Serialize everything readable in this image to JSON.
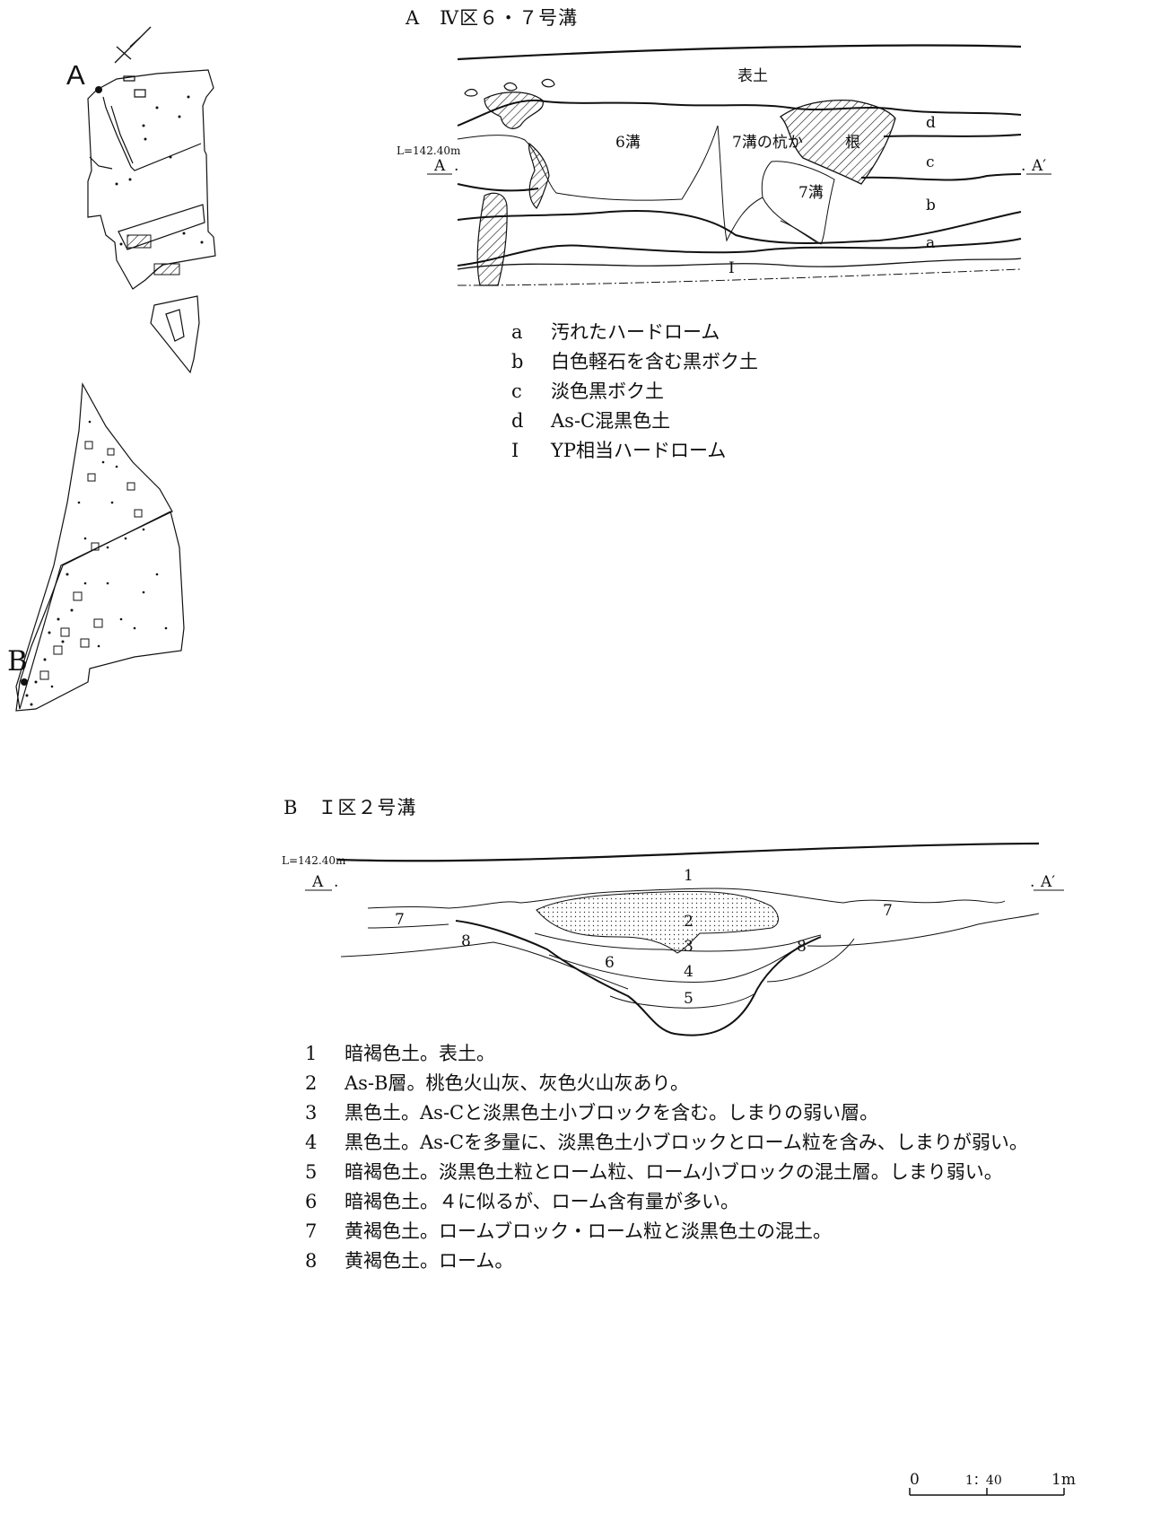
{
  "location_map": {
    "marker_a": "A",
    "marker_b": "B"
  },
  "section_a": {
    "title": "A　Ⅳ区６・７号溝",
    "elevation": "L=142.40m",
    "end_left": "A",
    "end_right": "A′",
    "labels": {
      "topsoil": "表土",
      "ditch6": "6溝",
      "ditch7_pile": "7溝の杭か",
      "root": "根",
      "ditch7": "7溝",
      "a": "a",
      "b": "b",
      "c": "c",
      "d": "d",
      "I": "I"
    },
    "legend": [
      {
        "key": "a",
        "text": "汚れたハードローム"
      },
      {
        "key": "b",
        "text": "白色軽石を含む黒ボク土"
      },
      {
        "key": "c",
        "text": "淡色黒ボク土"
      },
      {
        "key": "d",
        "text": "As-C混黒色土"
      },
      {
        "key": "Ⅰ",
        "text": "YP相当ハードローム"
      }
    ]
  },
  "section_b": {
    "title": "B　Ｉ区２号溝",
    "elevation": "L=142.40m",
    "end_left": "A",
    "end_right": "A′",
    "labels": {
      "l1": "1",
      "l2": "2",
      "l3": "3",
      "l4": "4",
      "l5": "5",
      "l6": "6",
      "l7a": "7",
      "l7b": "7",
      "l8a": "8",
      "l8b": "8"
    },
    "legend": [
      {
        "key": "1",
        "text": "暗褐色土。表土。"
      },
      {
        "key": "2",
        "text": "As-B層。桃色火山灰、灰色火山灰あり。"
      },
      {
        "key": "3",
        "text": "黒色土。As-Cと淡黒色土小ブロックを含む。しまりの弱い層。"
      },
      {
        "key": "4",
        "text": "黒色土。As-Cを多量に、淡黒色土小ブロックとローム粒を含み、しまりが弱い。"
      },
      {
        "key": "5",
        "text": "暗褐色土。淡黒色土粒とローム粒、ローム小ブロックの混土層。しまり弱い。"
      },
      {
        "key": "6",
        "text": "暗褐色土。４に似るが、ローム含有量が多い。"
      },
      {
        "key": "7",
        "text": "黄褐色土。ロームブロック・ローム粒と淡黒色土の混土。"
      },
      {
        "key": "8",
        "text": "黄褐色土。ローム。"
      }
    ]
  },
  "scale_bar": {
    "start": "0",
    "ratio": "1：40",
    "end": "1m"
  }
}
